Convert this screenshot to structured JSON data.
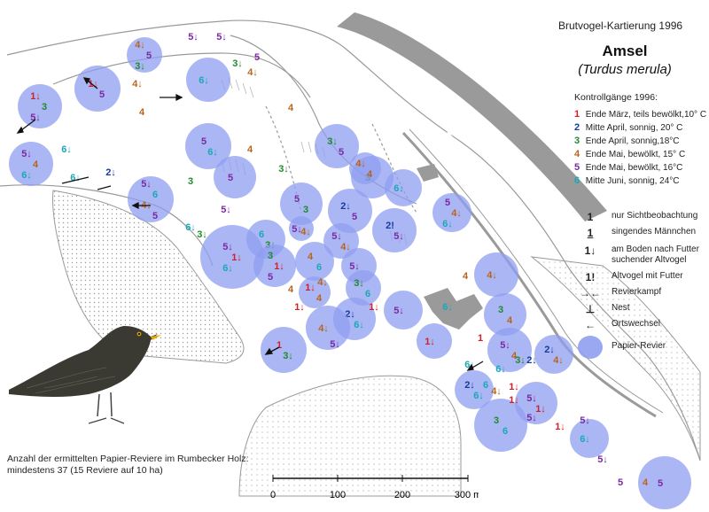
{
  "header": {
    "survey_title": "Brutvogel-Kartierung 1996",
    "species_name": "Amsel",
    "species_latin": "(Turdus merula)"
  },
  "legend": {
    "heading": "Kontrollgänge 1996:",
    "visits": [
      {
        "n": "1",
        "label": "Ende März, teils bewölkt,10° C",
        "color": "#d0202a"
      },
      {
        "n": "2",
        "label": "Mitte April, sonnig, 20° C",
        "color": "#1a3aa0"
      },
      {
        "n": "3",
        "label": "Ende April, sonnig,18°C",
        "color": "#1f8a2c"
      },
      {
        "n": "4",
        "label": "Ende Mai, bewölkt, 15° C",
        "color": "#b8641c"
      },
      {
        "n": "5",
        "label": "Ende Mai, bewölkt, 16°C",
        "color": "#7a2aa0"
      },
      {
        "n": "6",
        "label": "Mitte Juni, sonnig, 24°C",
        "color": "#18a8b8"
      }
    ],
    "symbols": [
      {
        "glyph": "1",
        "label": "nur Sichtbeobachtung"
      },
      {
        "glyph": "1",
        "label": "singendes Männchen"
      },
      {
        "glyph": "1↓",
        "label": "am Boden nach Futter suchender Altvogel"
      },
      {
        "glyph": "1!",
        "label": "Altvogel mit Futter"
      },
      {
        "glyph": "→←",
        "label": "Revierkampf"
      },
      {
        "glyph": "⊥",
        "label": "Nest"
      },
      {
        "glyph": "←",
        "label": "Ortswechsel"
      },
      {
        "glyph": "●",
        "label": "Papier-Revier"
      }
    ]
  },
  "footnote": {
    "line1": "Anzahl der ermittelten Papier-Reviere im Rumbecker Holz:",
    "line2": "mindestens 37 (15 Reviere auf 10 ha)"
  },
  "scale": {
    "ticks": [
      "0",
      "100",
      "200",
      "300 m"
    ]
  },
  "colors": {
    "territory_fill": "#8f9ef0",
    "territory_stroke": "#6f82e0",
    "road": "#9a9a9a",
    "map_line": "#9a9a9a"
  },
  "territories": [
    {
      "id": 1,
      "marks": [
        "4↓",
        "5",
        "3↓"
      ]
    },
    {
      "id": 2,
      "marks": [
        "1↓",
        "5"
      ]
    },
    {
      "id": 3,
      "marks": [
        "1↓",
        "3",
        "5↓"
      ]
    },
    {
      "id": 4,
      "marks": [
        "6↓"
      ]
    },
    {
      "id": 5,
      "marks": [
        "5",
        "6↓"
      ]
    },
    {
      "id": 6,
      "marks": [
        "5↓",
        "4",
        "6↓"
      ]
    },
    {
      "id": 7,
      "marks": [
        "5↓",
        "6",
        "4↓",
        "5"
      ]
    },
    {
      "id": 8,
      "marks": [
        "5"
      ]
    },
    {
      "id": 9,
      "marks": [
        "5",
        "3"
      ]
    },
    {
      "id": 10,
      "marks": [
        "3↓",
        "5"
      ]
    },
    {
      "id": 11,
      "marks": [
        "3"
      ]
    },
    {
      "id": 12,
      "marks": [
        "2↓",
        "5"
      ]
    },
    {
      "id": 13,
      "marks": [
        "2!",
        "5↓"
      ]
    },
    {
      "id": 14,
      "marks": [
        "6↓"
      ]
    },
    {
      "id": 15,
      "marks": [
        "6",
        "3↓"
      ]
    },
    {
      "id": 16,
      "marks": [
        "5↓",
        "4↓"
      ]
    },
    {
      "id": 17,
      "marks": [
        "5↓",
        "1↓",
        "6↓"
      ]
    },
    {
      "id": 18,
      "marks": [
        "3",
        "1↓",
        "5"
      ]
    },
    {
      "id": 19,
      "marks": [
        "4",
        "6"
      ]
    },
    {
      "id": 20,
      "marks": [
        "5↓"
      ]
    },
    {
      "id": 21,
      "marks": [
        "1↓",
        "4"
      ]
    },
    {
      "id": 22,
      "marks": [
        "3↓",
        "6"
      ]
    },
    {
      "id": 23,
      "marks": [
        "2↓",
        "6↓"
      ]
    },
    {
      "id": 24,
      "marks": [
        "4↓"
      ]
    },
    {
      "id": 25,
      "marks": [
        "1",
        "3↓"
      ]
    },
    {
      "id": 26,
      "marks": [
        "4↓"
      ]
    },
    {
      "id": 27,
      "marks": [
        "3",
        "4"
      ]
    },
    {
      "id": 28,
      "marks": [
        "5↓"
      ]
    },
    {
      "id": 29,
      "marks": [
        "1↓"
      ]
    },
    {
      "id": 30,
      "marks": [
        "5↓",
        "4"
      ]
    },
    {
      "id": 31,
      "marks": [
        "2↓",
        "4↓"
      ]
    },
    {
      "id": 32,
      "marks": [
        "2↓",
        "6↓"
      ]
    },
    {
      "id": 33,
      "marks": [
        "5↓",
        "1↓"
      ]
    },
    {
      "id": 34,
      "marks": [
        "3",
        "6"
      ]
    },
    {
      "id": 35,
      "marks": [
        "6↓"
      ]
    },
    {
      "id": 36,
      "marks": [
        "5",
        "4↓",
        "6↓"
      ]
    },
    {
      "id": 37,
      "marks": [
        "5"
      ]
    },
    {
      "id": 38,
      "marks": [
        "4↓",
        "4"
      ]
    },
    {
      "id": 39,
      "marks": [
        "5↓"
      ]
    }
  ],
  "free_marks": [
    {
      "text": "5↓"
    },
    {
      "text": "5↓"
    },
    {
      "text": "5"
    },
    {
      "text": "3↓"
    },
    {
      "text": "4↓"
    },
    {
      "text": "4↓"
    },
    {
      "text": "4"
    },
    {
      "text": "4"
    },
    {
      "text": "4"
    },
    {
      "text": "6↓"
    },
    {
      "text": "2↓"
    },
    {
      "text": "6↓"
    },
    {
      "text": "3↓"
    },
    {
      "text": "3"
    },
    {
      "text": "5↓"
    },
    {
      "text": "6↓"
    },
    {
      "text": "3↓"
    },
    {
      "text": "4↓"
    },
    {
      "text": "4"
    },
    {
      "text": "1↓"
    },
    {
      "text": "4↓"
    },
    {
      "text": "1↓"
    },
    {
      "text": "5↓"
    },
    {
      "text": "4"
    },
    {
      "text": "6↓"
    },
    {
      "text": "1"
    },
    {
      "text": "6↓"
    },
    {
      "text": "3↓"
    },
    {
      "text": "2↓"
    },
    {
      "text": "6↓"
    },
    {
      "text": "1↓"
    },
    {
      "text": "5↓"
    },
    {
      "text": "1↓"
    },
    {
      "text": "5↓"
    },
    {
      "text": "5↓"
    },
    {
      "text": "5"
    },
    {
      "text": "4"
    },
    {
      "text": "1↓"
    },
    {
      "text": "4↓"
    },
    {
      "text": "6"
    }
  ]
}
